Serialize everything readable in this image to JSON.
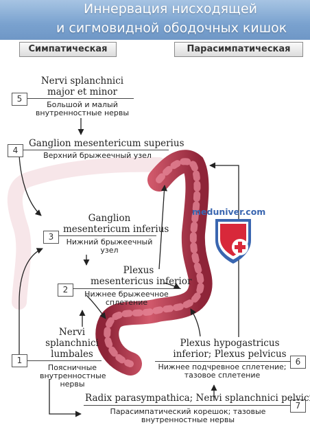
{
  "title": {
    "line1": "Иннервация нисходящей",
    "line2": "и сигмовидной ободочных кишок"
  },
  "headers": {
    "left": "Симпатическая",
    "right": "Парасимпатическая"
  },
  "items": [
    {
      "num": "5",
      "latin": [
        "Nervi splanchnici",
        "major et minor"
      ],
      "russian": [
        "Большой и малый",
        "внутренностные нервы"
      ]
    },
    {
      "num": "4",
      "latin": [
        "Ganglion mesentericum superius"
      ],
      "russian": [
        "Верхний брыжеечный узел"
      ]
    },
    {
      "num": "3",
      "latin": [
        "Ganglion",
        "mesentericum inferius"
      ],
      "russian": [
        "Нижний брыжеечный",
        "узел"
      ]
    },
    {
      "num": "2",
      "latin": [
        "Plexus",
        "mesentericus inferior"
      ],
      "russian": [
        "Нижнее брыжеечное",
        "сплетение"
      ]
    },
    {
      "num": "1",
      "latin": [
        "Nervi",
        "splanchnici",
        "lumbales"
      ],
      "russian": [
        "Поясничные",
        "внутренностные",
        "нервы"
      ]
    },
    {
      "num": "6",
      "latin": [
        "Plexus hypogastricus",
        "inferior; Plexus pelvicus"
      ],
      "russian": [
        "Нижнее подчревное сплетение;",
        "тазовое сплетение"
      ]
    },
    {
      "num": "7",
      "latin": [
        "Radix parasympathica; Nervi splanchnici pelvici"
      ],
      "russian": [
        "Парасимпатический корешок; тазовые",
        "внутренностные нервы"
      ]
    }
  ],
  "watermark": "meduniver.com",
  "colors": {
    "title_bg": "#7aa2cf",
    "colon": "#c0475a",
    "colon_dark": "#8e2438",
    "arrow": "#222222",
    "logo_blue": "#3a66b0",
    "logo_red": "#d8283a"
  }
}
